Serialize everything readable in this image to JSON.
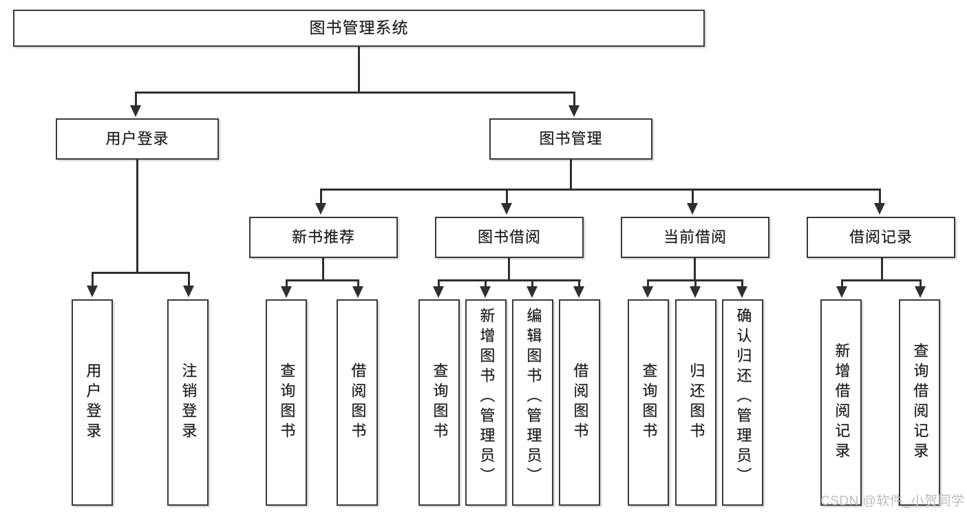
{
  "diagram": {
    "title": "图书管理系统",
    "type": "tree-hierarchy-chart",
    "root": {
      "id": "root",
      "label": "图书管理系统"
    },
    "level2": [
      {
        "id": "user-login",
        "label": "用户登录"
      },
      {
        "id": "book-management",
        "label": "图书管理"
      }
    ],
    "level3": [
      {
        "id": "new-book-recommend",
        "label": "新书推荐"
      },
      {
        "id": "book-borrow",
        "label": "图书借阅"
      },
      {
        "id": "current-borrow",
        "label": "当前借阅"
      },
      {
        "id": "borrow-record",
        "label": "借阅记录"
      }
    ],
    "leaves": {
      "user_login": [
        {
          "id": "leaf-user-login",
          "label": "用户登录"
        },
        {
          "id": "leaf-logout-login",
          "label": "注销登录"
        }
      ],
      "new_book_recommend": [
        {
          "id": "leaf-query-book-1",
          "label": "查询图书"
        },
        {
          "id": "leaf-borrow-book-1",
          "label": "借阅图书"
        }
      ],
      "book_borrow": [
        {
          "id": "leaf-query-book-2",
          "label": "查询图书"
        },
        {
          "id": "leaf-add-book-admin",
          "label": "新增图书（管理员）"
        },
        {
          "id": "leaf-edit-book-admin",
          "label": "编辑图书（管理员）"
        },
        {
          "id": "leaf-borrow-book-2",
          "label": "借阅图书"
        }
      ],
      "current_borrow": [
        {
          "id": "leaf-query-book-3",
          "label": "查询图书"
        },
        {
          "id": "leaf-return-book",
          "label": "归还图书"
        },
        {
          "id": "leaf-confirm-return-admin",
          "label": "确认归还（管理员）"
        }
      ],
      "borrow_record": [
        {
          "id": "leaf-add-borrow-record",
          "label": "新增借阅记录"
        },
        {
          "id": "leaf-query-borrow-record",
          "label": "查询借阅记录"
        }
      ]
    }
  },
  "watermark": {
    "text": "CSDN @软件_小贺同学"
  },
  "colors": {
    "box_border": "#3a3a3a",
    "connector": "#2f2f2f",
    "background": "#ffffff",
    "text": "#1a1a1a",
    "watermark": "#bdbdbd"
  }
}
